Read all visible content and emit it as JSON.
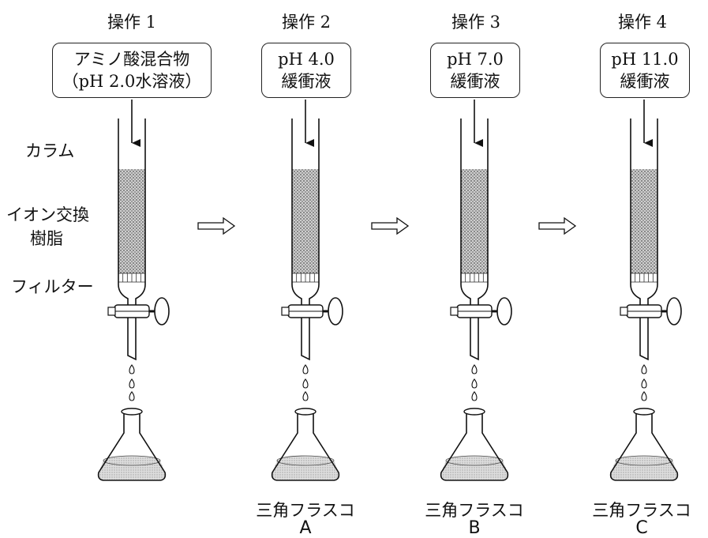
{
  "steps": [
    {
      "title": "操作 1",
      "box_lines": [
        "アミノ酸混合物",
        "（pH 2.0水溶液）"
      ]
    },
    {
      "title": "操作 2",
      "box_lines": [
        "pH 4.0",
        "緩衝液"
      ]
    },
    {
      "title": "操作 3",
      "box_lines": [
        "pH 7.0",
        "緩衝液"
      ]
    },
    {
      "title": "操作 4",
      "box_lines": [
        "pH 11.0",
        "緩衝液"
      ]
    }
  ],
  "labels": {
    "column": "カラム",
    "resin_line1": "イオン交換",
    "resin_line2": "樹脂",
    "filter": "フィルター"
  },
  "flasks": [
    {
      "name": "三角フラスコ",
      "letter": "A"
    },
    {
      "name": "三角フラスコ",
      "letter": "B"
    },
    {
      "name": "三角フラスコ",
      "letter": "C"
    }
  ]
}
